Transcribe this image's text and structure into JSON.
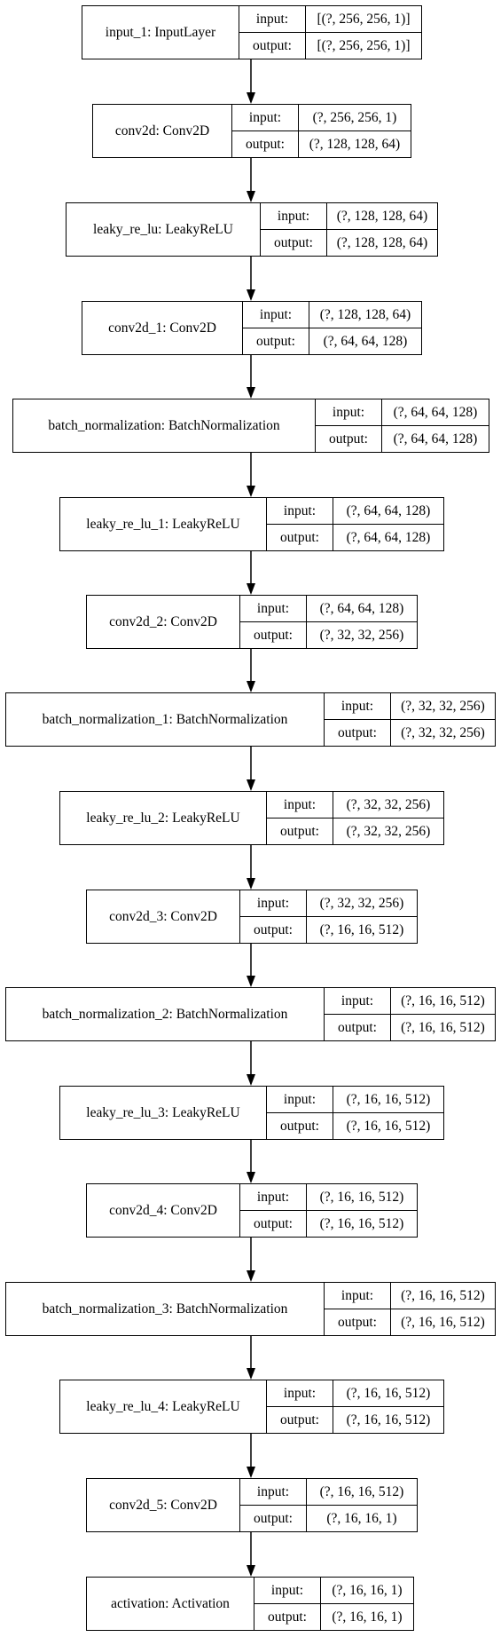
{
  "nodes": [
    {
      "name": "input_1: InputLayer",
      "input_label": "input:",
      "output_label": "output:",
      "input": "[(?, 256, 256, 1)]",
      "output": "[(?, 256, 256, 1)]"
    },
    {
      "name": "conv2d: Conv2D",
      "input_label": "input:",
      "output_label": "output:",
      "input": "(?, 256, 256, 1)",
      "output": "(?, 128, 128, 64)"
    },
    {
      "name": "leaky_re_lu: LeakyReLU",
      "input_label": "input:",
      "output_label": "output:",
      "input": "(?, 128, 128, 64)",
      "output": "(?, 128, 128, 64)"
    },
    {
      "name": "conv2d_1: Conv2D",
      "input_label": "input:",
      "output_label": "output:",
      "input": "(?, 128, 128, 64)",
      "output": "(?, 64, 64, 128)"
    },
    {
      "name": "batch_normalization: BatchNormalization",
      "input_label": "input:",
      "output_label": "output:",
      "input": "(?, 64, 64, 128)",
      "output": "(?, 64, 64, 128)"
    },
    {
      "name": "leaky_re_lu_1: LeakyReLU",
      "input_label": "input:",
      "output_label": "output:",
      "input": "(?, 64, 64, 128)",
      "output": "(?, 64, 64, 128)"
    },
    {
      "name": "conv2d_2: Conv2D",
      "input_label": "input:",
      "output_label": "output:",
      "input": "(?, 64, 64, 128)",
      "output": "(?, 32, 32, 256)"
    },
    {
      "name": "batch_normalization_1: BatchNormalization",
      "input_label": "input:",
      "output_label": "output:",
      "input": "(?, 32, 32, 256)",
      "output": "(?, 32, 32, 256)"
    },
    {
      "name": "leaky_re_lu_2: LeakyReLU",
      "input_label": "input:",
      "output_label": "output:",
      "input": "(?, 32, 32, 256)",
      "output": "(?, 32, 32, 256)"
    },
    {
      "name": "conv2d_3: Conv2D",
      "input_label": "input:",
      "output_label": "output:",
      "input": "(?, 32, 32, 256)",
      "output": "(?, 16, 16, 512)"
    },
    {
      "name": "batch_normalization_2: BatchNormalization",
      "input_label": "input:",
      "output_label": "output:",
      "input": "(?, 16, 16, 512)",
      "output": "(?, 16, 16, 512)"
    },
    {
      "name": "leaky_re_lu_3: LeakyReLU",
      "input_label": "input:",
      "output_label": "output:",
      "input": "(?, 16, 16, 512)",
      "output": "(?, 16, 16, 512)"
    },
    {
      "name": "conv2d_4: Conv2D",
      "input_label": "input:",
      "output_label": "output:",
      "input": "(?, 16, 16, 512)",
      "output": "(?, 16, 16, 512)"
    },
    {
      "name": "batch_normalization_3: BatchNormalization",
      "input_label": "input:",
      "output_label": "output:",
      "input": "(?, 16, 16, 512)",
      "output": "(?, 16, 16, 512)"
    },
    {
      "name": "leaky_re_lu_4: LeakyReLU",
      "input_label": "input:",
      "output_label": "output:",
      "input": "(?, 16, 16, 512)",
      "output": "(?, 16, 16, 512)"
    },
    {
      "name": "conv2d_5: Conv2D",
      "input_label": "input:",
      "output_label": "output:",
      "input": "(?, 16, 16, 512)",
      "output": "(?, 16, 16, 1)"
    },
    {
      "name": "activation: Activation",
      "input_label": "input:",
      "output_label": "output:",
      "input": "(?, 16, 16, 1)",
      "output": "(?, 16, 16, 1)"
    }
  ]
}
